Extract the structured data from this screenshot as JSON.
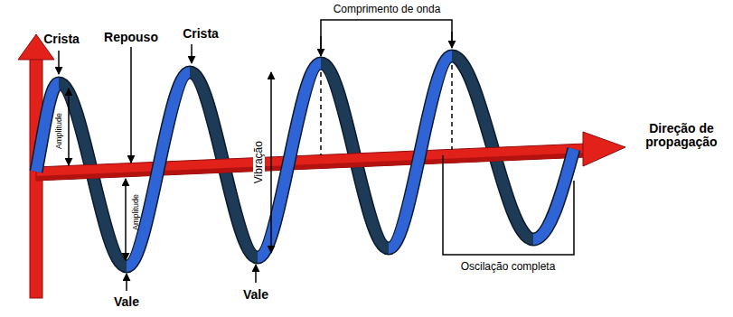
{
  "diagram": {
    "labels": [
      "Crista",
      "Repouso",
      "Crista",
      "Comprimento de onda",
      "Direção de propagação",
      "Amplitude",
      "Vibração",
      "Amplitude",
      "Oscilação completa",
      "Vale",
      "Vale"
    ]
  }
}
